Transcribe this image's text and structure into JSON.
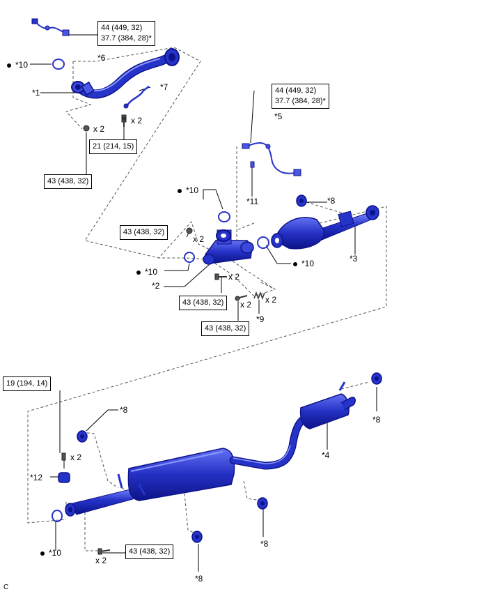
{
  "torque_specs": {
    "sensor_upper_line1": "44 (449, 32)",
    "sensor_upper_line2": "37.7 (384, 28)*",
    "sensor_mid_line1": "44 (449, 32)",
    "sensor_mid_line2": "37.7 (384, 28)*",
    "bolt_upper": "21 (214, 15)",
    "nut_upper": "43 (438, 32)",
    "nut_mid": "43 (438, 32)",
    "bolt_mid": "43 (438, 32)",
    "stud_mid": "43 (438, 32)",
    "clamp_lower": "19 (194, 14)",
    "bolt_lower": "43 (438, 32)"
  },
  "callouts": {
    "c1": "*1",
    "c2": "*2",
    "c3": "*3",
    "c4": "*4",
    "c5": "*5",
    "c6": "*6",
    "c7": "*7",
    "c8a": "*8",
    "c8b": "*8",
    "c8c": "*8",
    "c8d": "*8",
    "c8e": "*8",
    "c9": "*9",
    "c10a": "*10",
    "c10b": "*10",
    "c10c": "*10",
    "c10d": "*10",
    "c10e": "*10",
    "c11": "*11",
    "c12": "*12"
  },
  "quantities": {
    "q1": "x 2",
    "q2": "x 2",
    "q3": "x 2",
    "q4": "x 2",
    "q5": "x 2",
    "q6": "x 2",
    "q7": "x 2",
    "q8": "x 2"
  },
  "corner_label": "C",
  "colors": {
    "part_blue": "#2633c9",
    "part_dark": "#0c138a",
    "part_light": "#7d8cff"
  }
}
